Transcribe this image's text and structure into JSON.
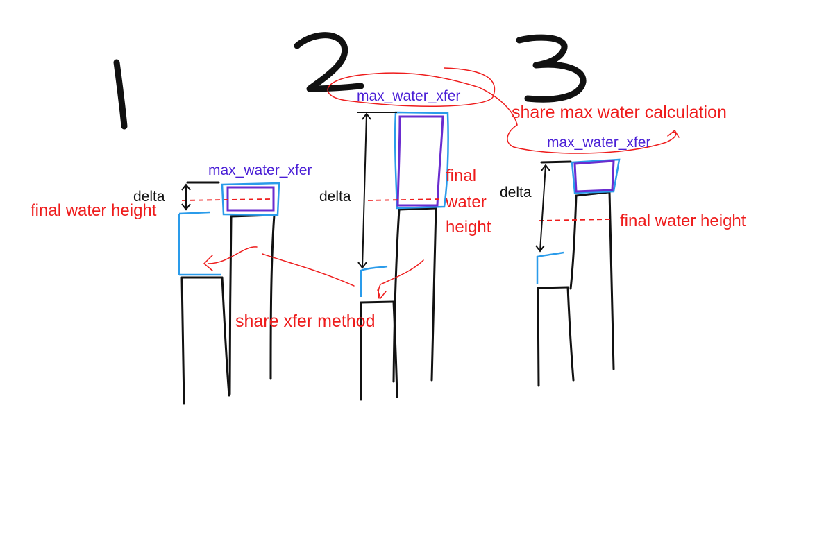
{
  "panels": [
    {
      "number": "1",
      "label_max_water": "max_water_xfer",
      "label_delta": "delta",
      "label_final_water": "final water height"
    },
    {
      "number": "2",
      "label_max_water": "max_water_xfer",
      "label_delta": "delta",
      "label_final_water_lines": [
        "final",
        "water",
        "height"
      ]
    },
    {
      "number": "3",
      "label_max_water": "max_water_xfer",
      "label_delta": "delta",
      "label_final_water": "final water height"
    }
  ],
  "annotations": {
    "share_xfer": "share xfer method",
    "share_max_water": "share max water calculation"
  },
  "colors": {
    "ink": "#111111",
    "water_blue": "#2a9bea",
    "max_water_purple": "#6a2ccf",
    "annotation_red": "#ee1c1c"
  }
}
